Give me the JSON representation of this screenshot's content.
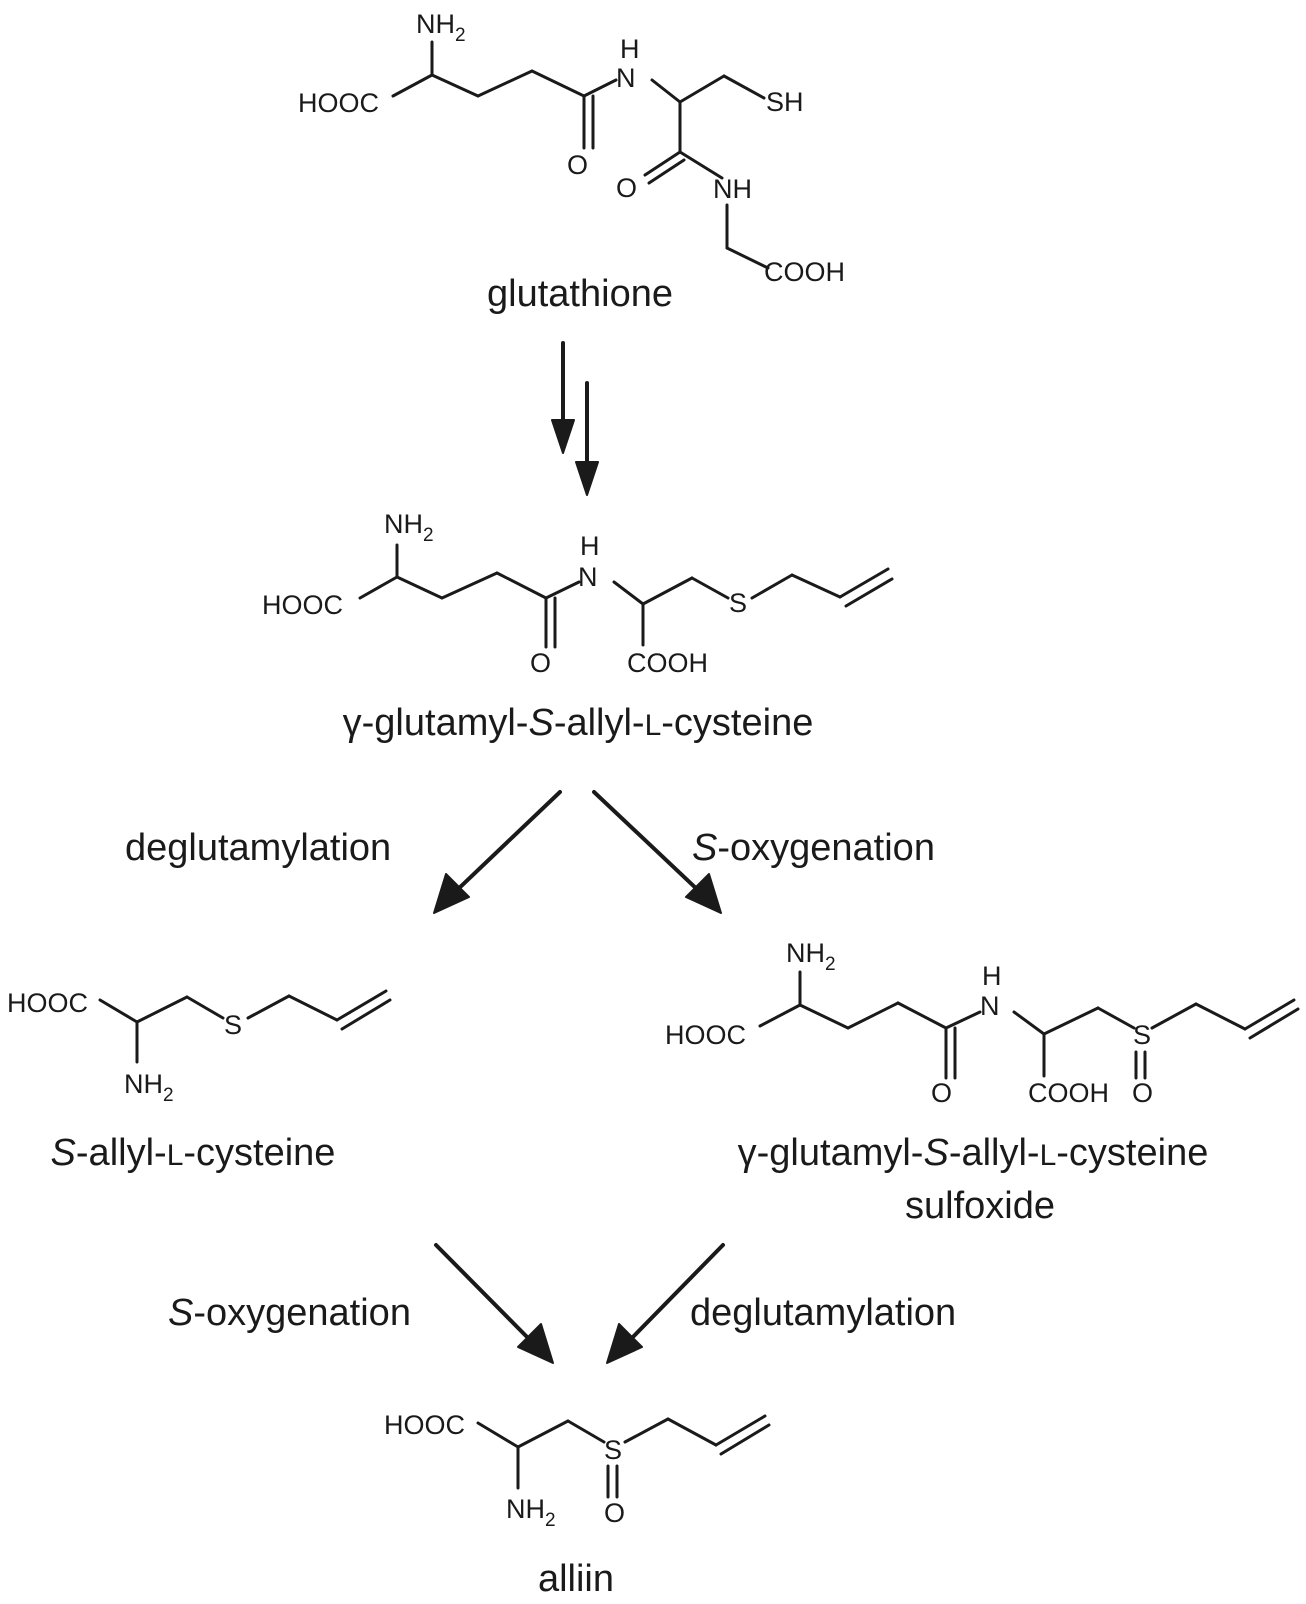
{
  "atoms": {
    "nh": "NH",
    "nh2": "NH",
    "sub2": "2",
    "h": "H",
    "n": "N",
    "hooc": "HOOC",
    "cooh": "COOH",
    "o": "O",
    "s": "S",
    "sh": "SH"
  },
  "compounds": {
    "glutathione": "glutathione",
    "gsac": {
      "gamma": "γ",
      "prefix": "-glutamyl-",
      "s": "S",
      "mid": "-allyl-",
      "l": "L",
      "suffix": "-cysteine"
    },
    "sac": {
      "s": "S",
      "mid": "-allyl-",
      "l": "L",
      "suffix": "-cysteine"
    },
    "gsaco": {
      "gamma": "γ",
      "prefix": "-glutamyl-",
      "s": "S",
      "mid": "-allyl-",
      "l": "L",
      "suffix": "-cysteine",
      "line2": "sulfoxide"
    },
    "alliin": "alliin"
  },
  "steps": {
    "deglutamylation": "deglutamylation",
    "s_prefix": "S",
    "oxygenation": "-oxygenation"
  },
  "colors": {
    "ink": "#1a1a1a",
    "background": "#ffffff"
  }
}
